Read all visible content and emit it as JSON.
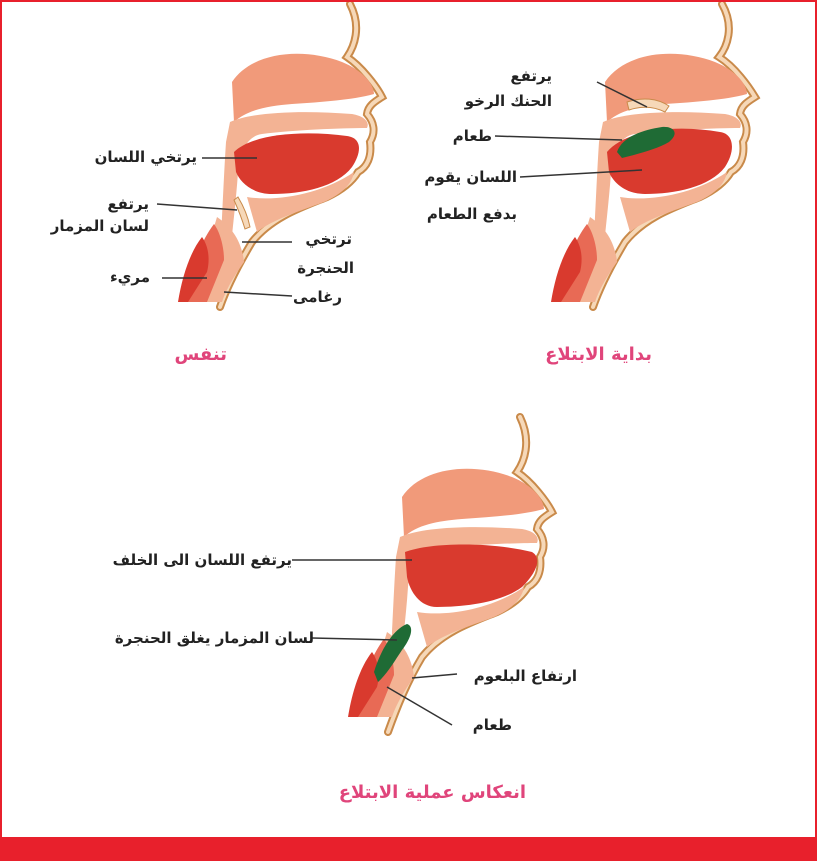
{
  "colors": {
    "border": "#e8202c",
    "caption": "#e0457b",
    "tissue": "#f19a7a",
    "muscle": "#d93a2e",
    "food": "#1f6b35",
    "skin_outline": "#c98a4a"
  },
  "panels": {
    "breathing": {
      "caption": "تنفس",
      "labels": {
        "tongue_relaxed": "يرتخي اللسان",
        "epiglottis_rises_1": "يرتفع",
        "epiglottis_rises_2": "لسان المزمار",
        "larynx_relaxes_1": "ترتخي",
        "larynx_relaxes_2": "الحنجرة",
        "esophagus": "مريء",
        "trachea": "رغامى"
      }
    },
    "swallow_start": {
      "caption": "بداية الابتلاع",
      "labels": {
        "soft_palate_1": "يرتفع",
        "soft_palate_2": "الحنك الرخو",
        "food": "طعام",
        "tongue_push_1": "اللسان يقوم",
        "tongue_push_2": "بدفع الطعام"
      }
    },
    "swallow_reflex": {
      "caption": "انعكاس عملية الابتلاع",
      "labels": {
        "tongue_back": "يرتفع اللسان الى الخلف",
        "epiglottis_closes": "لسان المزمار يغلق الحنجرة",
        "pharynx_rises": "ارتفاع البلعوم",
        "food": "طعام"
      }
    }
  }
}
